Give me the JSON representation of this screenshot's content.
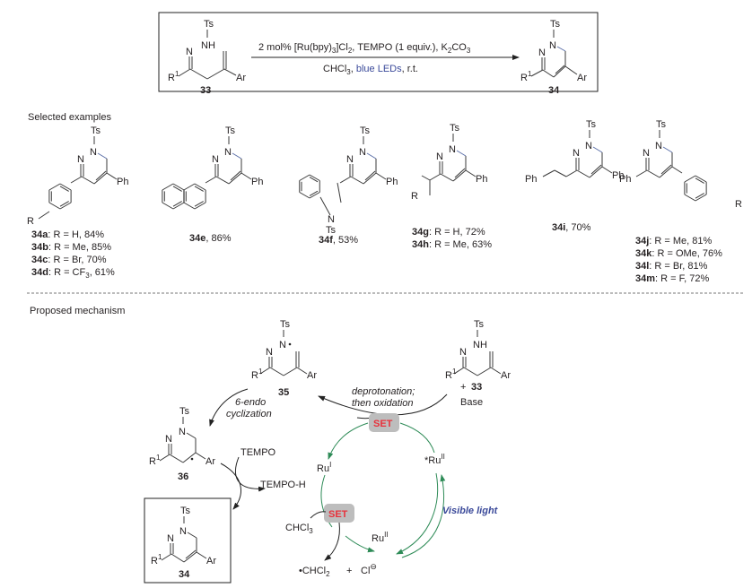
{
  "reaction": {
    "reactant_label": "33",
    "product_label": "34",
    "conditions_line1": "2 mol% [Ru(bpy)3]Cl2, TEMPO (1 equiv.), K2CO3",
    "conditions_line1_parts": {
      "a": "2 mol% [Ru(bpy)",
      "sub1": "3",
      "b": "]Cl",
      "sub2": "2",
      "c": ", TEMPO (1 equiv.), K",
      "sub3": "2",
      "d": "CO",
      "sub4": "3"
    },
    "conditions_line2_parts": {
      "a": "CHCl",
      "sub": "3",
      "b": ", ",
      "blue": "blue LEDs",
      "c": ", r.t."
    },
    "atoms": {
      "ts": "Ts",
      "nh": "NH",
      "n": "N",
      "r1": "R",
      "r1_sup": "1",
      "ar": "Ar"
    }
  },
  "sections": {
    "examples_title": "Selected examples",
    "mechanism_title": "Proposed mechanism"
  },
  "examples": [
    {
      "id": "34a",
      "text": ": R = H, 84%"
    },
    {
      "id": "34b",
      "text": ": R = Me, 85%"
    },
    {
      "id": "34c",
      "text": ": R = Br, 70%"
    },
    {
      "id": "34d",
      "text": ": R = CF",
      "sub": "3",
      "tail": ", 61%"
    },
    {
      "id": "34e",
      "text": ", 86%"
    },
    {
      "id": "34f",
      "text": ", 53%"
    },
    {
      "id": "34g",
      "text": ": R = H, 72%"
    },
    {
      "id": "34h",
      "text": ": R = Me, 63%"
    },
    {
      "id": "34i",
      "text": ", 70%"
    },
    {
      "id": "34j",
      "text": ": R = Me, 81%"
    },
    {
      "id": "34k",
      "text": ": R = OMe, 76%"
    },
    {
      "id": "34l",
      "text": ": R = Br, 81%"
    },
    {
      "id": "34m",
      "text": ": R = F, 72%"
    }
  ],
  "substituents": {
    "ph": "Ph",
    "r": "R",
    "ts": "Ts"
  },
  "mechanism": {
    "int35": "35",
    "int36": "36",
    "sub33": "33",
    "plus": "+",
    "base": "Base",
    "deprot_line1": "deprotonation;",
    "deprot_line2": "then oxidation",
    "cyc_line1": "6-endo",
    "cyc_line2": "cyclization",
    "set": "SET",
    "ru1": "Ru",
    "ru1_sup": "I",
    "ru2_star": "*Ru",
    "ru2_sup": "II",
    "ru2": "Ru",
    "ru2b_sup": "II",
    "visible_light": "Visible light",
    "tempo": "TEMPO",
    "tempoh": "TEMPO-H",
    "chcl3": "CHCl",
    "chcl3_sub": "3",
    "chcl2": "•CHCl",
    "chcl2_sub": "2",
    "cl": "Cl",
    "cl_sup": "⊖",
    "product34": "34"
  },
  "colors": {
    "accent_blue": "#3b4a9a",
    "set_red": "#e8323c",
    "cycle_green": "#2e8b57",
    "set_box": "#bdbdbd"
  }
}
